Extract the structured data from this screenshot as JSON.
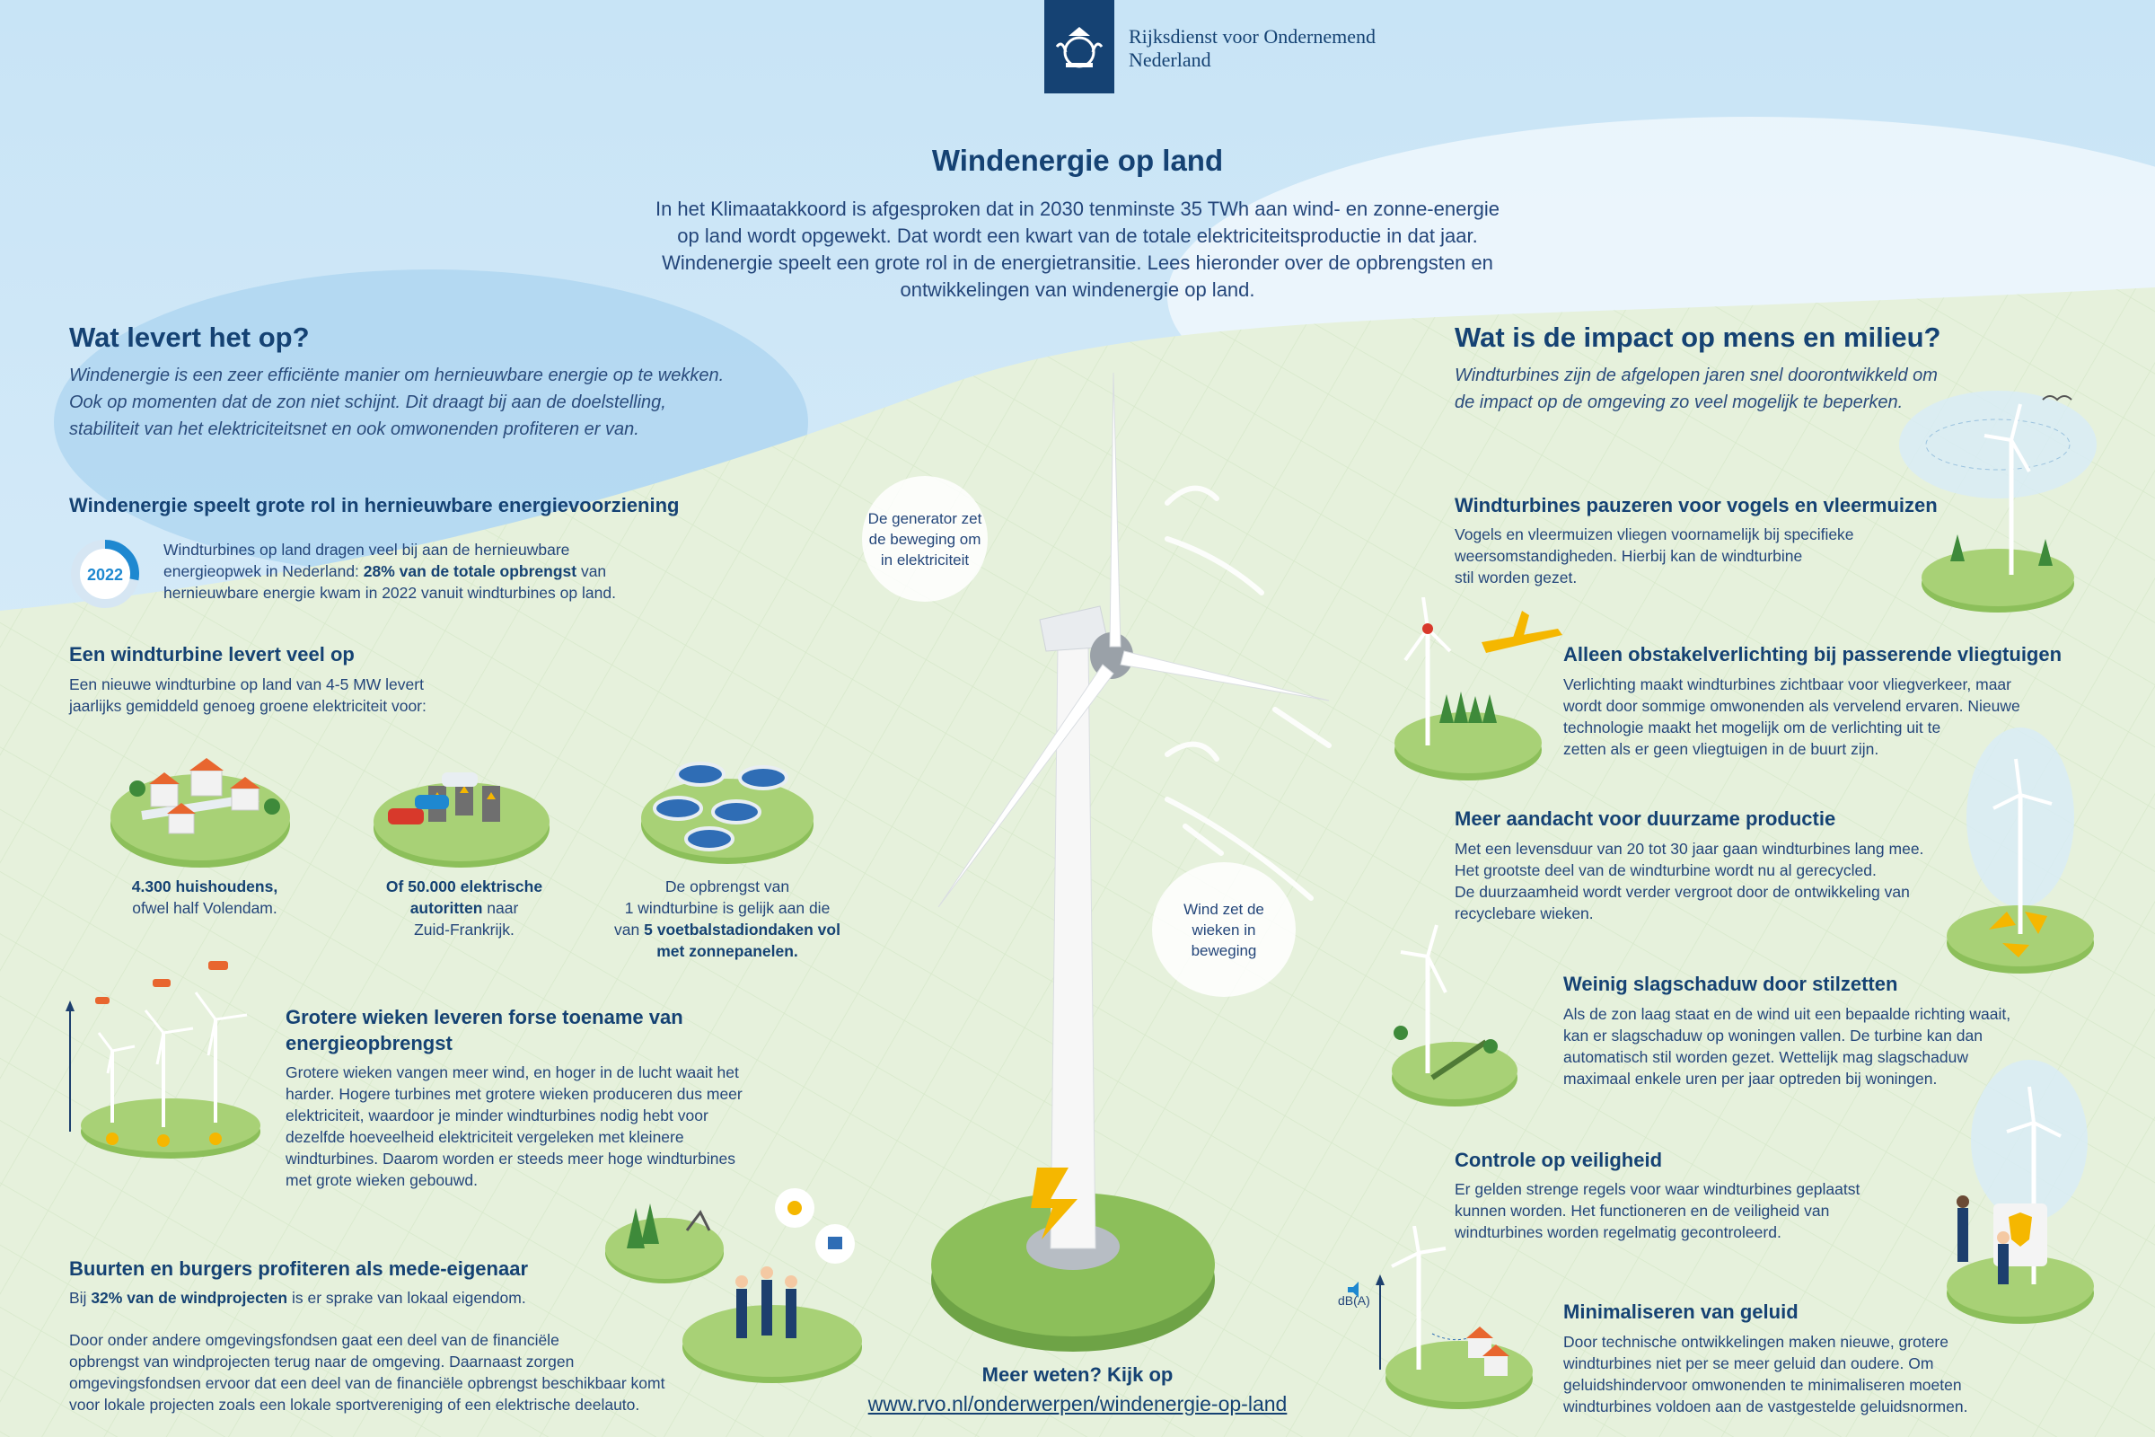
{
  "logo": {
    "line1": "Rijksdienst voor Ondernemend",
    "line2": "Nederland"
  },
  "title": "Windenergie op land",
  "intro": [
    "In het Klimaatakkoord is afgesproken dat in 2030 tenminste 35 TWh aan wind- en zonne-energie",
    "op land wordt opgewekt. Dat wordt een kwart van de totale elektriciteitsproductie in dat jaar.",
    "Windenergie speelt een grote rol in de energietransitie. Lees hieronder over de opbrengsten en",
    "ontwikkelingen van windenergie op land."
  ],
  "left": {
    "title": "Wat levert het op?",
    "subtitle": [
      "Windenergie is een zeer efficiënte manier om hernieuwbare energie op te wekken.",
      "Ook op momenten dat de zon niet schijnt. Dit draagt bij aan de doelstelling,",
      "stabiliteit van het elektriciteitsnet en ook omwonenden profiteren er van."
    ],
    "renewable": {
      "heading": "Windenergie speelt grote rol in hernieuwbare energievoorziening",
      "year": "2022",
      "share_percent": 28,
      "text_a": "Windturbines op land dragen veel bij aan de hernieuwbare",
      "text_b": "energieopwek in Nederland: ",
      "text_bold": "28% van de totale opbrengst",
      "text_c": " van",
      "text_d": "hernieuwbare energie kwam in 2022 vanuit windturbines op land."
    },
    "output": {
      "heading": "Een windturbine levert veel op",
      "text": [
        "Een nieuwe windturbine op land van 4-5 MW levert",
        "jaarlijks gemiddeld genoeg groene elektriciteit voor:"
      ],
      "items": [
        {
          "bold": "4.300 huishoudens,",
          "rest": "ofwel half Volendam."
        },
        {
          "bold1": "Of 50.000 elektrische",
          "bold2": "autoritten",
          "rest1": " naar",
          "rest2": "Zuid-Frankrijk."
        },
        {
          "line1": "De opbrengst van",
          "line2": "1 windturbine is gelijk aan die",
          "line3a": "van ",
          "line3b": "5 voetbalstadiondaken vol",
          "line4": "met zonnepanelen."
        }
      ]
    },
    "blades": {
      "heading": [
        "Grotere wieken leveren forse toename van",
        "energieopbrengst"
      ],
      "text": [
        "Grotere wieken vangen meer wind, en hoger in de lucht waait het",
        "harder. Hogere turbines met grotere wieken produceren dus meer",
        "elektriciteit, waardoor je minder windturbines nodig hebt voor",
        "dezelfde hoeveelheid elektriciteit vergeleken met kleinere",
        "windturbines. Daarom worden er steeds meer hoge windturbines",
        "met grote wieken gebouwd."
      ]
    },
    "ownership": {
      "heading": "Buurten en burgers profiteren als mede-eigenaar",
      "line_a": "Bij ",
      "line_bold": "32% van de windprojecten",
      "line_b": " is er sprake van lokaal eigendom.",
      "text": [
        "Door onder andere omgevingsfondsen gaat een deel van de financiële",
        "opbrengst van windprojecten terug naar de omgeving. Daarnaast zorgen",
        "omgevingsfondsen ervoor dat een deel van de financiële opbrengst beschikbaar komt",
        "voor lokale projecten zoals een lokale sportvereniging of een elektrische deelauto."
      ]
    }
  },
  "center": {
    "bubble_generator": [
      "De generator zet",
      "de beweging om",
      "in elektriciteit"
    ],
    "bubble_wind": [
      "Wind zet de",
      "wieken in",
      "beweging"
    ],
    "more": "Meer weten? Kijk op",
    "url": "www.rvo.nl/onderwerpen/windenergie-op-land"
  },
  "right": {
    "title": "Wat is de impact op mens en milieu?",
    "subtitle": [
      "Windturbines zijn de afgelopen jaren snel doorontwikkeld om",
      "de impact op de omgeving zo veel mogelijk te beperken."
    ],
    "sections": [
      {
        "heading": "Windturbines pauzeren voor vogels en vleermuizen",
        "text": [
          "Vogels en vleermuizen vliegen voornamelijk bij specifieke",
          "weersomstandigheden. Hierbij kan de windturbine",
          "stil worden gezet."
        ]
      },
      {
        "heading": "Alleen obstakelverlichting bij passerende vliegtuigen",
        "text": [
          "Verlichting maakt windturbines zichtbaar voor vliegverkeer, maar",
          "wordt door sommige omwonenden als vervelend ervaren. Nieuwe",
          "technologie maakt het mogelijk om de verlichting uit te",
          "zetten als er geen vliegtuigen in de buurt zijn."
        ]
      },
      {
        "heading": "Meer aandacht voor duurzame productie",
        "text": [
          "Met een levensduur van 20 tot 30 jaar gaan windturbines lang mee.",
          "Het grootste deel van de windturbine wordt nu al gerecycled.",
          "De duurzaamheid wordt verder vergroot door de ontwikkeling van",
          "recyclebare wieken."
        ]
      },
      {
        "heading": "Weinig slagschaduw door stilzetten",
        "text": [
          "Als de zon laag staat en de wind uit een bepaalde richting waait,",
          "kan er slagschaduw op woningen vallen. De turbine kan dan",
          "automatisch stil worden gezet. Wettelijk mag slagschaduw",
          "maximaal enkele uren per jaar optreden bij woningen."
        ]
      },
      {
        "heading": "Controle op veiligheid",
        "text": [
          "Er gelden strenge regels voor waar windturbines geplaatst",
          "kunnen worden. Het functioneren en de veiligheid van",
          "windturbines worden regelmatig gecontroleerd."
        ]
      },
      {
        "heading": "Minimaliseren van geluid",
        "text": [
          "Door technische ontwikkelingen maken nieuwe, grotere",
          "windturbines niet per se meer geluid dan oudere. Om",
          "geluidshindervoor omwonenden te minimaliseren moeten",
          "windturbines voldoen aan de vastgestelde geluidsnormen."
        ]
      }
    ],
    "db_label": "dB(A)"
  },
  "colors": {
    "navy": "#154273",
    "sky": "#cfe8f7",
    "grass": "#8cbf5a",
    "ground": "#e4f0da",
    "accent": "#f5b700"
  }
}
